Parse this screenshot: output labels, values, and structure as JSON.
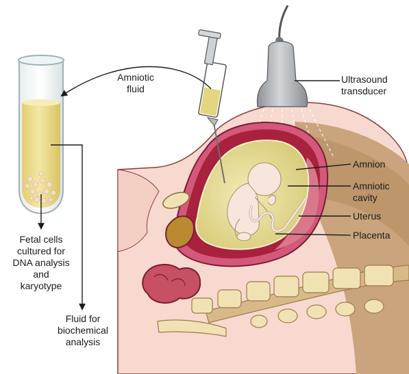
{
  "labels": {
    "amniotic_fluid": "Amniotic\nfluid",
    "ultrasound_transducer": "Ultrasound\ntransducer",
    "amnion": "Amnion",
    "amniotic_cavity": "Amniotic\ncavity",
    "uterus": "Uterus",
    "placenta": "Placenta",
    "fetal_cells": "Fetal cells\ncultured for\nDNA analysis\nand\nkaryotype",
    "fluid_biochemical": "Fluid for\nbiochemical\nanalysis"
  },
  "colors": {
    "skin": "#f7d9cf",
    "uterus_wall": "#a8213d",
    "amniotic_fluid": "#e9df9a",
    "fluid_in_tube": "#e8d98a",
    "placenta": "#d9788b",
    "bone": "#f1e2b4",
    "posterior_tissue": "#c9a47c",
    "transducer": "#b9bcc0"
  }
}
